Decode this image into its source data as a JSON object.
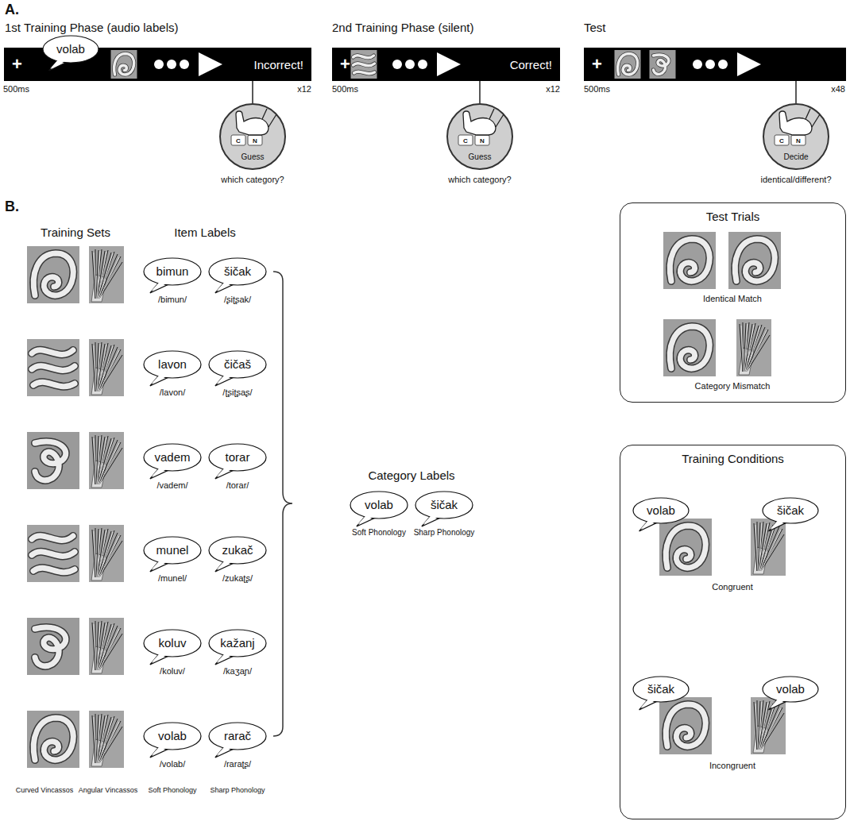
{
  "diagram": {
    "nodes": [
      {
        "text": [
          "+",
          "Incorrect!"
        ]
      },
      {
        "text": [
          "volab"
        ],
        "in": 0
      },
      {
        "text": [
          "Guess",
          "which category?"
        ]
      },
      {
        "text": [
          "+",
          "Correct!"
        ]
      },
      {
        "text": [
          "Guess",
          "which category?"
        ]
      },
      {
        "text": [
          "+"
        ]
      },
      {
        "text": [
          "Decide",
          "identical/different?"
        ]
      },
      {
        "text": [
          "bimun",
          "/bimun/"
        ]
      },
      {
        "text": [
          "šičak",
          "/ʂiʈʂak/"
        ]
      },
      {
        "text": [
          "lavon",
          "/lavon/"
        ]
      },
      {
        "text": [
          "čičaš",
          "/ʈʂiʈʂaʂ/"
        ]
      },
      {
        "text": [
          "vadem",
          "/vadem/"
        ]
      },
      {
        "text": [
          "torar",
          "/torar/"
        ]
      },
      {
        "text": [
          "munel",
          "/munel/"
        ]
      },
      {
        "text": [
          "zukač",
          "/zukaʈʂ/"
        ]
      },
      {
        "text": [
          "koluv",
          "/koluv/"
        ]
      },
      {
        "text": [
          "kažanj",
          "/kaʒaɲ/"
        ]
      },
      {
        "text": [
          "volab",
          "/volab/"
        ]
      },
      {
        "text": [
          "rarač",
          "/raraʈʂ/"
        ]
      },
      {
        "text": [
          "volab",
          "Soft Phonology"
        ]
      },
      {
        "text": [
          "šičak",
          "Sharp Phonology"
        ]
      },
      {
        "text": [
          "Test Trials"
        ]
      },
      {
        "text": [
          "Training Conditions"
        ]
      },
      {
        "text": [
          "volab"
        ],
        "in": 22
      },
      {
        "text": [
          "šičak"
        ],
        "in": 22
      },
      {
        "text": [
          "šičak"
        ],
        "in": 22
      },
      {
        "text": [
          "volab"
        ],
        "in": 22
      }
    ],
    "edges": [
      {
        "from": 0,
        "to": 2,
        "arrow": "none"
      },
      {
        "from": 3,
        "to": 4,
        "arrow": "none"
      },
      {
        "from": 5,
        "to": 6,
        "arrow": "none"
      }
    ],
    "labels": [
      "A.",
      "1st Training Phase (audio labels)",
      "2nd Training Phase (silent)",
      "Test",
      "500ms",
      "x12",
      "C",
      "N",
      "500ms",
      "x12",
      "C",
      "N",
      "500ms",
      "x48",
      "C",
      "N",
      "B.",
      "Training Sets",
      "Item Labels",
      "Category Labels",
      "Curved Vincassos",
      "Angular Vincassos",
      "Soft Phonology",
      "Sharp Phonology",
      "Identical Match",
      "Category Mismatch",
      "Congruent",
      "Incongruent"
    ]
  }
}
